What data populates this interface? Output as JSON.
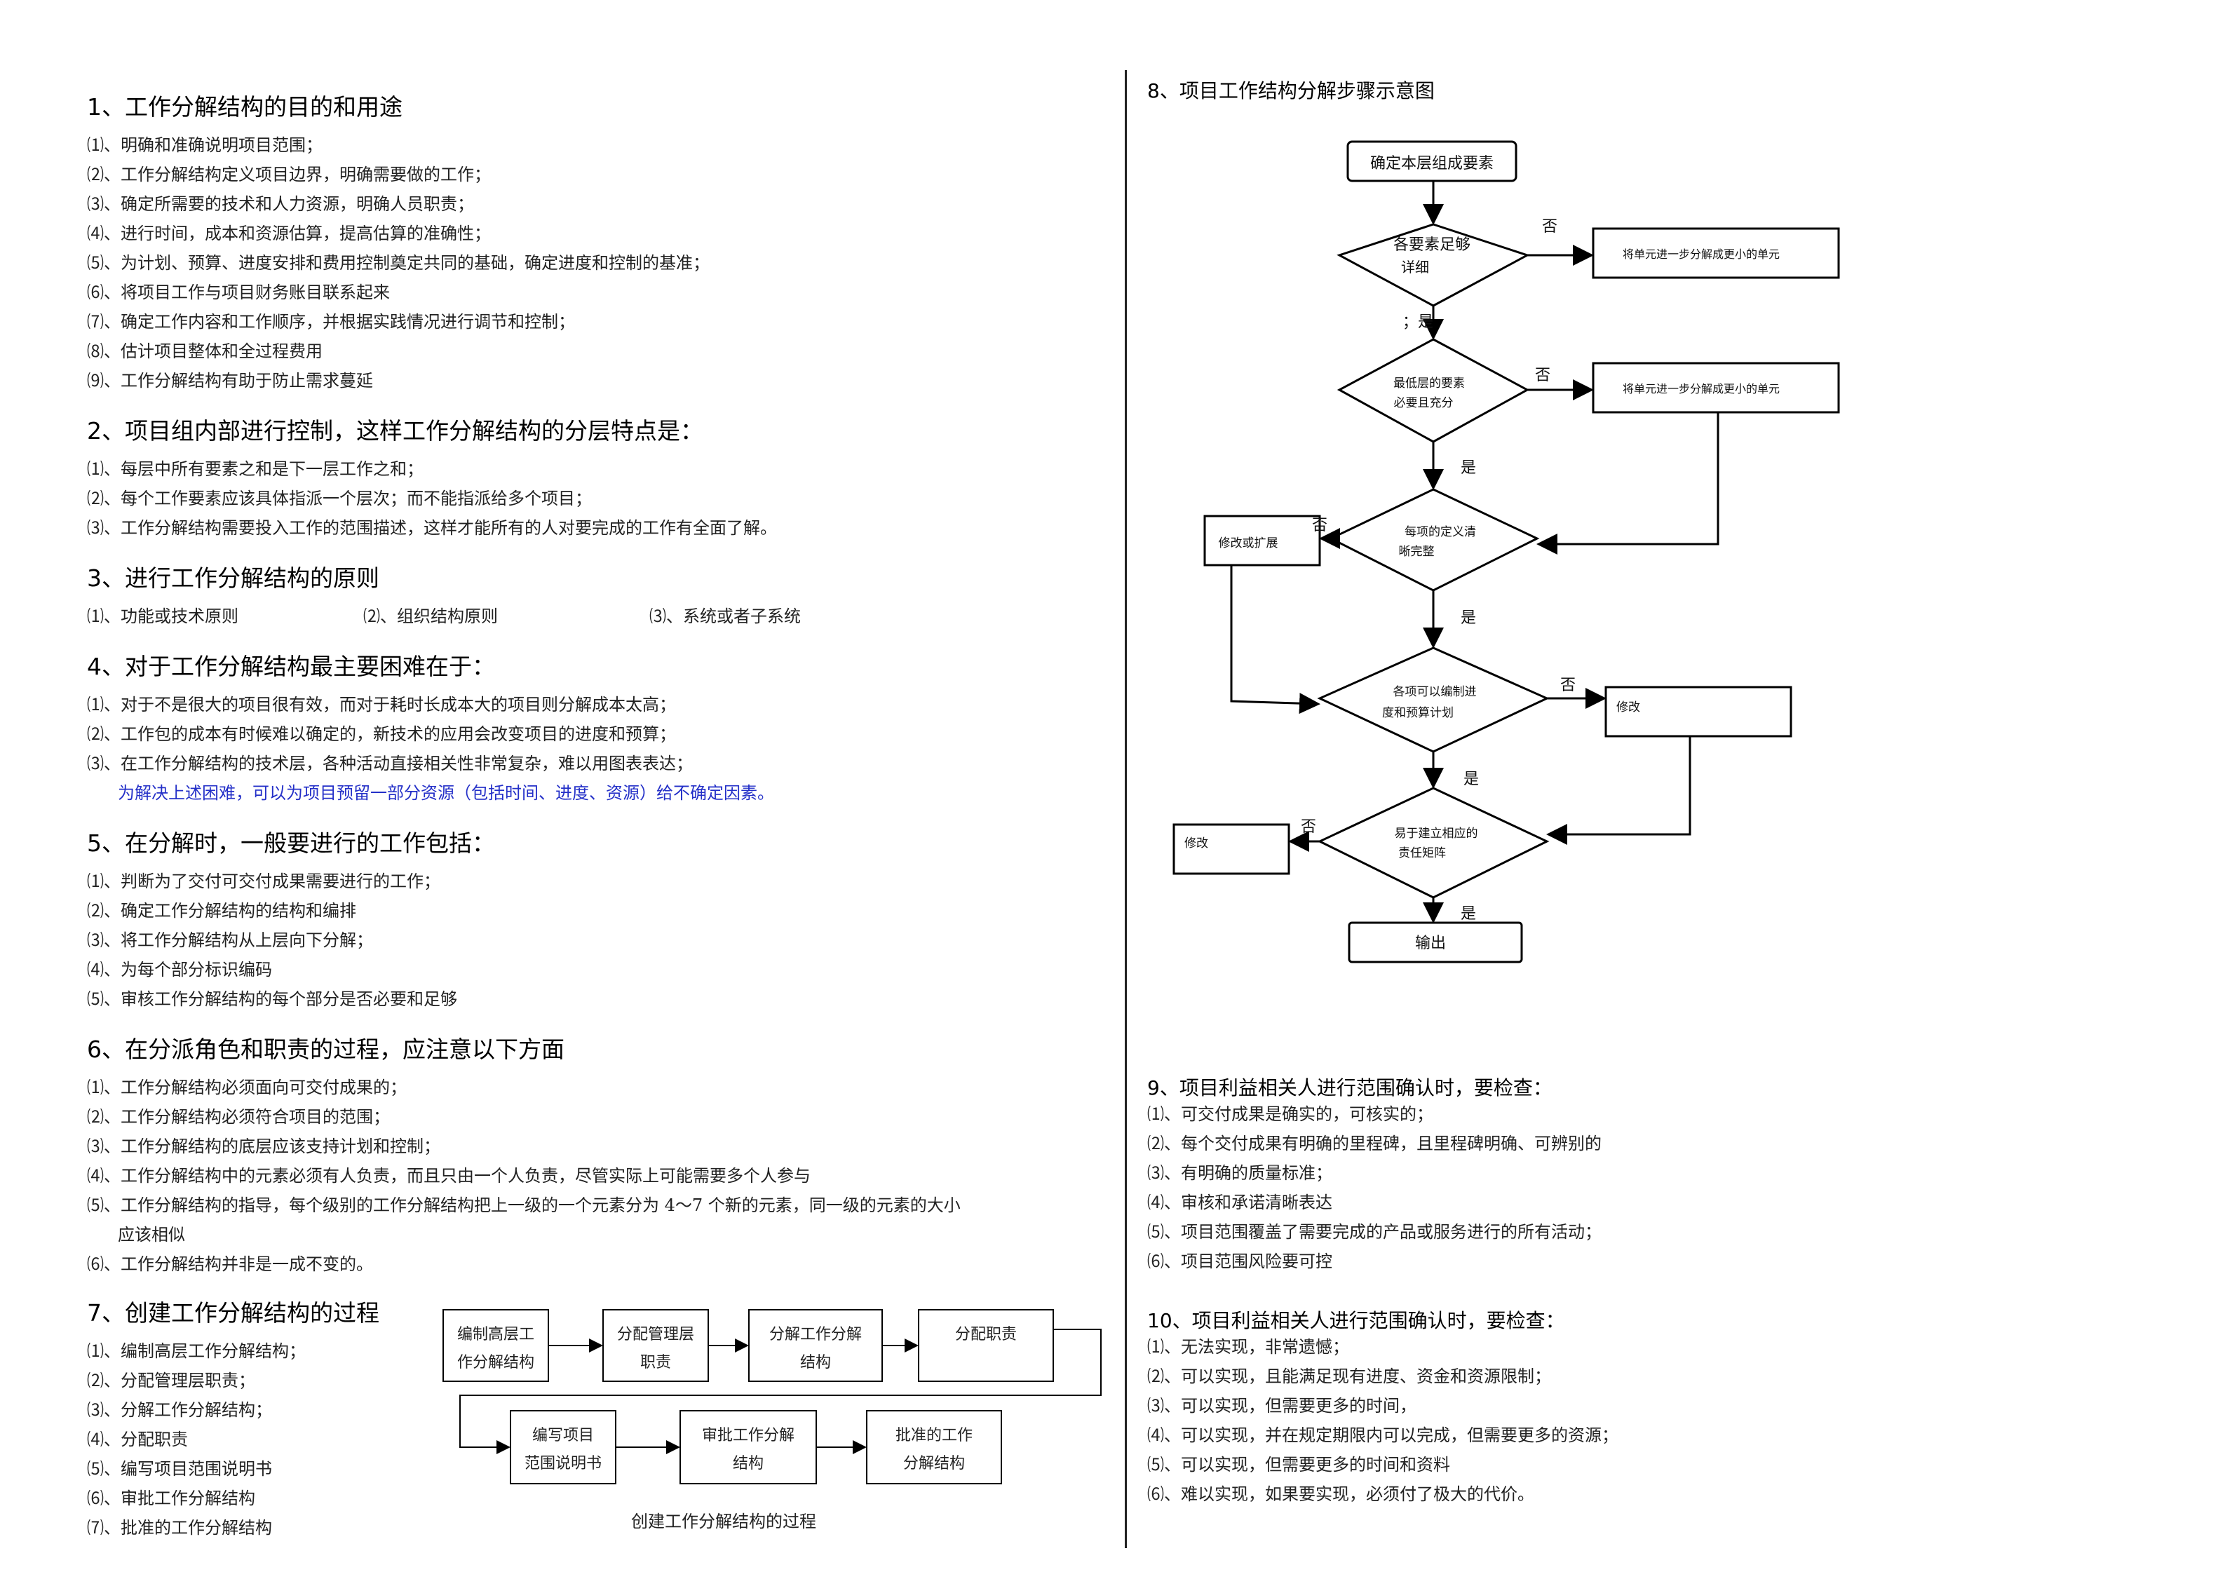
{
  "left": {
    "s1": {
      "heading": "1、工作分解结构的目的和用途",
      "items": [
        "⑴、明确和准确说明项目范围；",
        "⑵、工作分解结构定义项目边界，明确需要做的工作；",
        "⑶、确定所需要的技术和人力资源，明确人员职责；",
        "⑷、进行时间，成本和资源估算，提高估算的准确性；",
        "⑸、为计划、预算、进度安排和费用控制奠定共同的基础，确定进度和控制的基准；",
        "⑹、将项目工作与项目财务账目联系起来",
        "⑺、确定工作内容和工作顺序，并根据实践情况进行调节和控制；",
        "⑻、估计项目整体和全过程费用",
        "⑼、工作分解结构有助于防止需求蔓延"
      ]
    },
    "s2": {
      "heading": "2、项目组内部进行控制，这样工作分解结构的分层特点是：",
      "items": [
        "⑴、每层中所有要素之和是下一层工作之和；",
        "⑵、每个工作要素应该具体指派一个层次；而不能指派给多个项目；",
        "⑶、工作分解结构需要投入工作的范围描述，这样才能所有的人对要完成的工作有全面了解。"
      ]
    },
    "s3": {
      "heading": "3、进行工作分解结构的原则",
      "items": [
        "⑴、功能或技术原则",
        "⑵、组织结构原则",
        "⑶、系统或者子系统"
      ]
    },
    "s4": {
      "heading": "4、对于工作分解结构最主要困难在于：",
      "items": [
        "⑴、对于不是很大的项目很有效，而对于耗时长成本大的项目则分解成本太高；",
        "⑵、工作包的成本有时候难以确定的，新技术的应用会改变项目的进度和预算；",
        "⑶、在工作分解结构的技术层，各种活动直接相关性非常复杂，难以用图表表达；"
      ],
      "note": "为解决上述困难，可以为项目预留一部分资源（包括时间、进度、资源）给不确定因素。"
    },
    "s5": {
      "heading": "5、在分解时，一般要进行的工作包括：",
      "items": [
        "⑴、判断为了交付可交付成果需要进行的工作；",
        "⑵、确定工作分解结构的结构和编排",
        "⑶、将工作分解结构从上层向下分解；",
        "⑷、为每个部分标识编码",
        "⑸、审核工作分解结构的每个部分是否必要和足够"
      ]
    },
    "s6": {
      "heading": "6、在分派角色和职责的过程，应注意以下方面",
      "items": [
        "⑴、工作分解结构必须面向可交付成果的；",
        "⑵、工作分解结构必须符合项目的范围；",
        "⑶、工作分解结构的底层应该支持计划和控制；",
        "⑷、工作分解结构中的元素必须有人负责，而且只由一个人负责，尽管实际上可能需要多个人参与",
        "⑸、工作分解结构的指导，每个级别的工作分解结构把上一级的一个元素分为 4～7 个新的元素，同一级的元素的大小",
        "应该相似",
        "⑹、工作分解结构并非是一成不变的。"
      ]
    },
    "s7": {
      "heading": "7、创建工作分解结构的过程",
      "items": [
        "⑴、编制高层工作分解结构；",
        "⑵、分配管理层职责；",
        "⑶、分解工作分解结构；",
        "⑷、分配职责",
        "⑸、编写项目范围说明书",
        "⑹、审批工作分解结构",
        "⑺、批准的工作分解结构"
      ],
      "process": {
        "boxes": [
          [
            "编制高层工",
            "作分解结构"
          ],
          [
            "分配管理层",
            "职责"
          ],
          [
            "分解工作分解",
            "结构"
          ],
          [
            "分配职责"
          ],
          [
            "编写项目",
            "范围说明书"
          ],
          [
            "审批工作分解",
            "结构"
          ],
          [
            "批准的工作",
            "分解结构"
          ]
        ],
        "caption": "创建工作分解结构的过程"
      }
    }
  },
  "right": {
    "s8": {
      "heading": "8、项目工作结构分解步骤示意图",
      "flow": {
        "start": "确定本层组成要素",
        "d1": [
          "各要素足够",
          "详细"
        ],
        "d2": [
          "最低层的要素",
          "必要且充分"
        ],
        "d3": [
          "每项的定义清",
          "晰完整"
        ],
        "d4": [
          "各项可以编制进",
          "度和预算计划"
        ],
        "d5": [
          "易于建立相应的",
          "责任矩阵"
        ],
        "side1": "将单元进一步分解成更小的单元",
        "side2": "将单元进一步分解成更小的单元",
        "side3": "修改或扩展",
        "side4": "修改",
        "side5": "修改",
        "end": "输出",
        "yes1": "；是",
        "yes": "是",
        "no": "否"
      }
    },
    "s9": {
      "heading": "9、项目利益相关人进行范围确认时，要检查：",
      "items": [
        "⑴、可交付成果是确实的，可核实的；",
        "⑵、每个交付成果有明确的里程碑，且里程碑明确、可辨别的",
        "⑶、有明确的质量标准；",
        "⑷、审核和承诺清晰表达",
        "⑸、项目范围覆盖了需要完成的产品或服务进行的所有活动；",
        "⑹、项目范围风险要可控"
      ]
    },
    "s10": {
      "heading": "10、项目利益相关人进行范围确认时，要检查：",
      "items": [
        "⑴、无法实现，非常遗憾；",
        "⑵、可以实现，且能满足现有进度、资金和资源限制；",
        "⑶、可以实现，但需要更多的时间，",
        "⑷、可以实现，并在规定期限内可以完成，但需要更多的资源；",
        "⑸、可以实现，但需要更多的时间和资料",
        "⑹、难以实现，如果要实现，必须付了极大的代价。"
      ]
    }
  }
}
